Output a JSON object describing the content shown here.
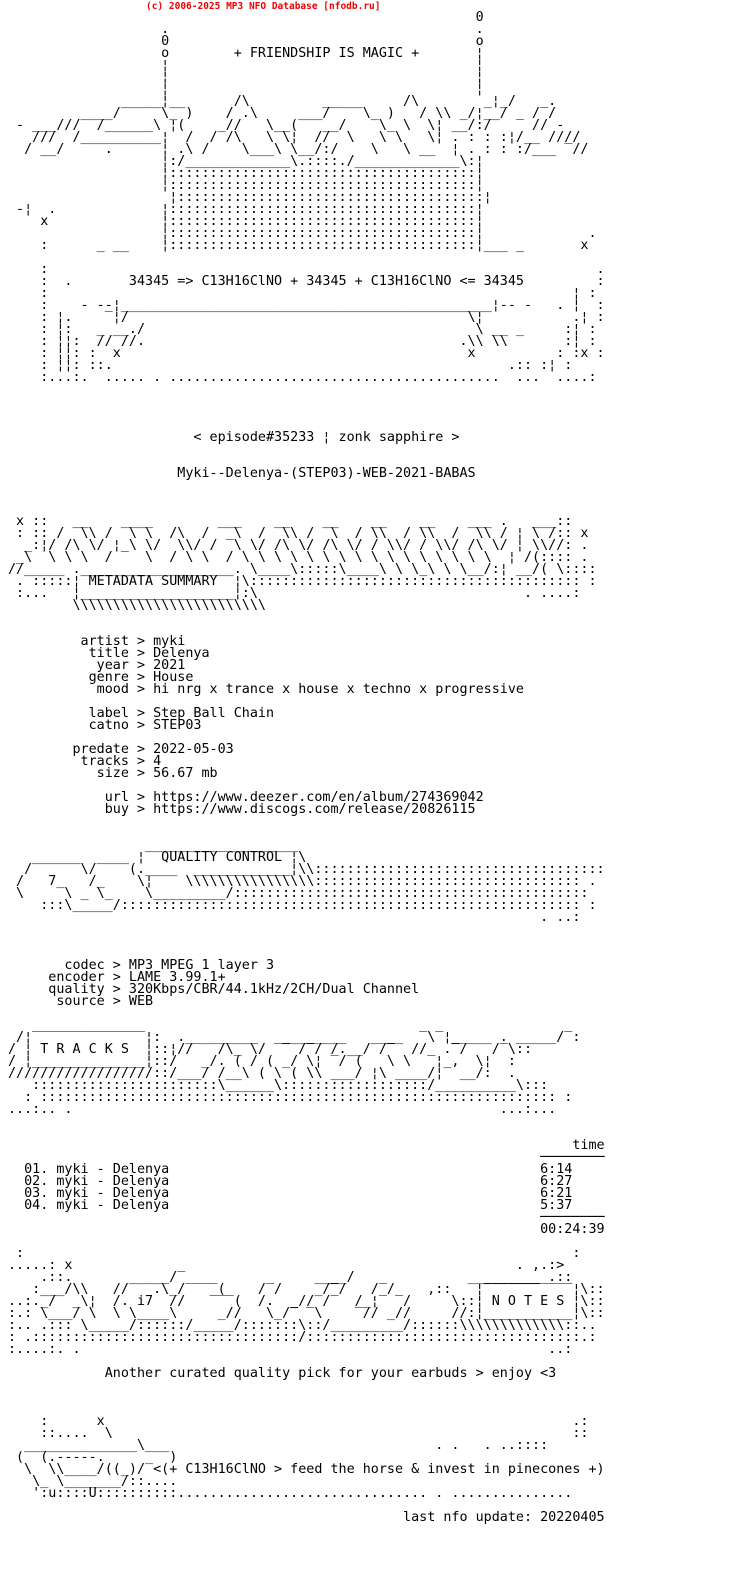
{
  "header": {
    "copyright": "(c) 2006-2025 MP3 NFO Database [nfodb.ru]",
    "color": "#ee0000"
  },
  "intro": {
    "slogan": "+ FRIENDSHIP IS MAGIC +",
    "formula": "34345 => C13H16ClNO + 34345 + C13H16ClNO <= 34345",
    "episode": "< episode#35233 ¦ zonk sapphire >",
    "release_name": "Myki--Delenya-(STEP03)-WEB-2021-BABAS"
  },
  "banners": {
    "metadata": "METADATA SUMMARY",
    "quality": "QUALITY CONTROL",
    "tracks": "T R A C K S",
    "notes": "N O T E S"
  },
  "release_info": [
    {
      "label": "artist",
      "value": "myki"
    },
    {
      "label": "title",
      "value": "Delenya"
    },
    {
      "label": "year",
      "value": "2021"
    },
    {
      "label": "genre",
      "value": "House"
    },
    {
      "label": "mood",
      "value": "hi nrg x trance x house x techno x progressive"
    },
    {
      "label": "label",
      "value": "Step Ball Chain"
    },
    {
      "label": "catno",
      "value": "STEP03"
    },
    {
      "label": "predate",
      "value": "2022-05-03"
    },
    {
      "label": "tracks",
      "value": "4"
    },
    {
      "label": "size",
      "value": "56.67 mb"
    },
    {
      "label": "url",
      "value": "https://www.deezer.com/en/album/274369042"
    },
    {
      "label": "buy",
      "value": "https://www.discogs.com/release/20826115"
    }
  ],
  "quality_info": [
    {
      "label": "codec",
      "value": "MP3 MPEG 1 layer 3"
    },
    {
      "label": "encoder",
      "value": "LAME 3.99.1+"
    },
    {
      "label": "quality",
      "value": "320Kbps/CBR/44.1kHz/2CH/Dual Channel"
    },
    {
      "label": "source",
      "value": "WEB"
    }
  ],
  "tracklist": {
    "time_header": "time",
    "items": [
      {
        "no": "01.",
        "title": "myki - Delenya",
        "time": "6:14"
      },
      {
        "no": "02.",
        "title": "myki - Delenya",
        "time": "6:27"
      },
      {
        "no": "03.",
        "title": "myki - Delenya",
        "time": "6:21"
      },
      {
        "no": "04.",
        "title": "myki - Delenya",
        "time": "5:37"
      }
    ],
    "total_time": "00:24:39"
  },
  "notes": {
    "message": "Another curated quality pick for your earbuds > enjoy <3",
    "horse_line": "<(+ C13H16ClNO > feed the horse & invest in pinecones +)",
    "last_update": "last nfo update: 20220405"
  },
  "ascii_lines": [
    "                                                          0",
    "                   .                                      .",
    "                   0                                      o",
    "                   o        + FRIENDSHIP IS MAGIC +       ¦",
    "                   ¦                                      ¦",
    "                   ¦                                      ¦",
    "                   ¦                                      ¦",
    "              _____¦__      /\\         _____     /\\        _¦_/    .",
    "         ____/     \\_ )    / .\\     ___/    \\_ )   / \\\\ _/¦__/   /‾/",
    " - ___///  /______\\ ¦(    _//   \\__(   __/    \\_ \\  \\¦ __/:/   ‾ // -",
    "   ///  /__________¦  /  / /\\   \\ \\¦  //  \\   \\ \\   \\¦ . : : :¦/__ ////",
    "  / __/     .      ¦ .\\ /    \\___\\ \\__/:/    \\   \\ __  ¦ . : : :/___ ‾//",
    "                   ¦:/_____________\\.::::./_____________\\:¦",
    "                   ¦::::::::::::::::::::::::::::::::::::::¦",
    "                   ¦::::::::::::::::::::::::::::::::::::::¦",
    "                    ¦::::::::::::::::::::::::::::::::::::::¦",
    " -¦  .             ¦::::::::::::::::::::::::::::::::::::::¦",
    "    x              ¦::::::::::::::::::::::::::::::::::::::¦",
    "                   ¦::::::::::::::::::::::::::::::::::::::¦             .",
    "    :      _ __    ¦::::::::::::::::::::::::::::::::::::::¦___ _       x",
    "",
    "    :                                                                    .",
    "    :  .       34345 => C13H16ClNO + 34345 + C13H16ClNO <= 34345         :",
    "    :                                                                 ¦ :",
    "    :    - --¦______________________________________________¦-- -   . ¦  :",
    "    : ¦.    ‾¦/                                          \\¦           .¦ :",
    "    : ¦:   _ __./                                         \\ __ _     :¦ :",
    "    : ¦¦:  // //.                                       .\\\\ \\\\       :¦ :",
    "    : ¦¦: :  x                                           x          : :x :",
    "    : ¦¦: ::.                                                 .:: :¦ :",
    "    :...:.  ..... . .........................................  ...  ....:",
    "",
    "",
    "",
    "",
    "                       < episode#35233 ¦ zonk sapphire >",
    "",
    "",
    "                     Myki--Delenya-(STEP03)-WEB-2021-BABAS",
    "",
    "",
    "",
    " x ::   __    ____        ___    __    __    __    __    ___ .   ___::",
    " : :: /  \\\\ /  \\ \\  /\\  /   \\  /  \\\\ /  \\  / \\\\  / \\\\  /  \\\\ / ¦ \\ /:: x",
    "  _:¦/ /\\ \\/ ¦ \\ \\/  \\\\/ / ‾\\ \\/ /\\ \\/ /\\ \\/ / \\\\/ / \\\\/ /\\ \\/ ¦ \\\\//: .",
    " _\\  \\ \\ \\  / ‾  \\  / \\ \\  / \\ \\ \\ \\ \\ \\ \\ \\ \\ \\ \\ \\ \\ \\ \\ \\  ¦ /(:::: .",
    "//_____ .___________________. \\____\\:::::\\____\\ \\ \\_\\ \\ \\__/:¦ __/( \\::::",
    " . :::::¦ METADATA SUMMARY  ¦\\::::::::::::::::::::::::::::::::::::::::: :",
    " :...   ¦___________________¦:\\                                 . ....:",
    "        \\\\\\\\\\\\\\\\\\\\\\\\\\\\\\\\\\\\\\\\\\\\\\\\",
    "",
    "",
    "         artist > myki",
    "          title > Delenya",
    "           year > 2021",
    "          genre > House",
    "           mood > hi nrg x trance x house x techno x progressive",
    "",
    "          label > Step Ball Chain",
    "          catno > STEP03",
    "",
    "        predate > 2022-05-03",
    "         tracks > 4",
    "           size > 56.67 mb",
    "",
    "            url > https://www.deezer.com/en/album/274369042",
    "            buy > https://www.discogs.com/release/20826115",
    "",
    "",
    "                 ___________________",
    "   ______  ____ ¦  QUALITY CONTROL ¦\\",
    "  /      \\/    (.____  ____________¦\\\\::::::::::::::::::::::::::::::::::::",
    " /   7_   /_    \\¦    \\\\\\\\\\\\\\\\\\\\\\\\\\\\\\\\::::::::::::::::::::::::::::::::: .",
    " \\     \\ _ \\_    \\_________/::::::::::::::::::::::::::::::::::::::::::::",
    "    :::\\_____/::::::::::::::::::::::::::::::::::::::::::::::::::::::::: :",
    "                                                                  . ..:",
    "",
    "",
    "",
    "       codec > MP3 MPEG 1 layer 3",
    "     encoder > LAME 3.99.1+",
    "     quality > 320Kbps/CBR/44.1kHz/2CH/Dual Channel",
    "      source > WEB",
    "",
    "",
    " /¦‾‾‾‾‾‾‾‾‾‾‾‾‾‾¦:  ._________   ________   ____  ‾\\‾¦_____ . _____/‾:",
    "/ ¦ T R A C K S  ¦::¦//   /\\_ \\/ ‾‾ /‾/ /.__/ /‾  //  .‾/   /‾\\::",
    "/ ¦______________¦::/   _/. ( / ( _/ \\¦ ‾/ (   \\ \\  ‾¦_,  \\¦  :",
    "//////////////////::/___/ /__\\ ( \\ ( \\\\ ___/ ¦\\ ____/¦  __/:  .",
    "   :::::::::::::::::::::::\\______\\::::::::::::::::::/__________\\:::",
    "  : :::::::::::::::::::::::::::::::::::::::::::::::::::::::::::::::: :",
    "...:.. .                                                     ...:...",
    "",
    "",
    "                                                                      time",
    "                                                                  ────────",
    "  01. myki - Delenya                                              6:14",
    "  02. myki - Delenya                                              6:27",
    "  03. myki - Delenya                                              6:21",
    "  04. myki - Delenya                                              5:37",
    "                                                                  ────────",
    "                                                                  00:24:39",
    "",
    " :                                                                    :",
    ".....: x                                                       . ,.:>",
    "    .::.       _____/‾                ____/              _________ .::",
    "   :___/\\\\   //   .\\_/‾‾‾‾(    /‾/    _/‾/   /‾/    ,::   ¦‾‾‾‾‾‾‾‾‾‾‾¦\\::",
    "..:._/  _\\¦  /. i7  //   ‾‾‾(  /.  _// /‾  /_¦‾ ‾/     \\::¦ N O T E S ¦\\::",
    ":.: \\___/ \\  \\ \\____\\     _//   \\_/‾ ‾\\    ‾// _//     //:¦___________¦\\::",
    ":.. .::: \\_____/::::::/_____/:::::::\\::/_________/::::::\\\\\\\\\\\\\\\\\\\\\\\\\\::..",
    ": .:::::::::::::::::::::::::::::::::/::::::::::::::::::::::::::::::::::.:",
    ":....:. .                                                          ..:",
    "",
    "            Another curated quality pick for your earbuds > enjoy <3",
    "",
    "",
    "",
    "    :      x                                                          .:",
    "    ::....  \\                                                         ::",
    "  ______________\\___                                 . .   . ..::::",
    " (  (.-----.     _  )",
    "  \\  \\\\____/((_)/ <(+ C13H16ClNO > feed the horse & invest in pinecones +)",
    "   \\_ \\_______/::....",
    "   ':u::::U::::::::::............................... . ...............",
    "",
    "                                                 last nfo update: 20220405",
    "",
    "",
    "",
    ""
  ]
}
